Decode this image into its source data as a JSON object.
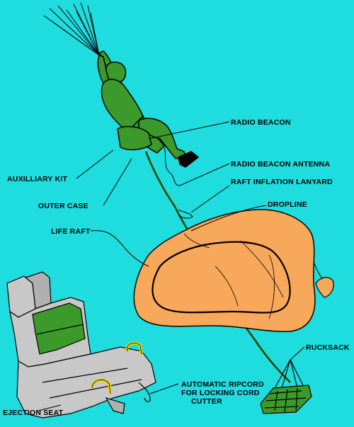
{
  "colors": {
    "background": "#1fdcdf",
    "figure_green": "#3c9a2b",
    "raft_orange": "#f7a85a",
    "seat_gray": "#c8c8c8",
    "cushion_green": "#3c9a2b",
    "handle_yellow": "#f4d200",
    "outline": "#000000"
  },
  "labels": {
    "radio_beacon": "RADIO BEACON",
    "radio_beacon_antenna": "RADIO BEACON ANTENNA",
    "raft_inflation_lanyard": "RAFT INFLATION LANYARD",
    "dropline": "DROPLINE",
    "auxiliary_kit": "AUXILLIARY KIT",
    "outer_case": "OUTER CASE",
    "life_raft": "LIFE RAFT",
    "rucksack": "RUCKSACK",
    "automatic_ripcord_1": "AUTOMATIC RIPCORD",
    "automatic_ripcord_2": "FOR LOCKING CORD",
    "automatic_ripcord_3": "CUTTER",
    "ejection_seat": "EJECTION SEAT"
  }
}
